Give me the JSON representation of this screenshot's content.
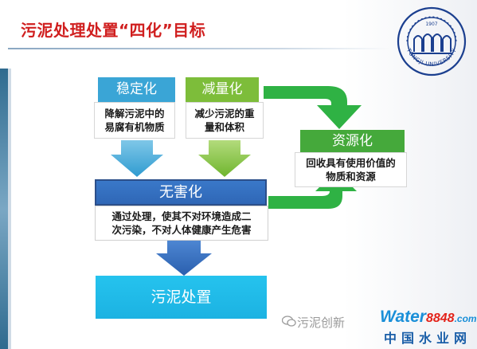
{
  "title": "污泥处理处置“四化”目标",
  "stabilize": {
    "heading": "稳定化",
    "line1": "降解污泥中的",
    "line2": "易腐有机物质"
  },
  "reduce": {
    "heading": "减量化",
    "line1": "减少污泥的重",
    "line2": "量和体积"
  },
  "resource": {
    "heading": "资源化",
    "line1": "回收具有使用价值的",
    "line2": "物质和资源"
  },
  "harmless": {
    "heading": "无害化",
    "line1": "通过处理，使其不对环境造成二",
    "line2": "次污染，不对人体健康产生危害"
  },
  "disposal": {
    "label": "污泥处置"
  },
  "logo": {
    "year": "1907",
    "name": "TONGJI UNIVERSITY",
    "color": "#1b3f8f"
  },
  "watermark": {
    "text": "污泥创新",
    "brand_main": "Water",
    "brand_num": "8848",
    "brand_suffix": ".com",
    "brand_sub": "中国水业网"
  },
  "colors": {
    "title": "#d01f1f",
    "blue": "#3aa5d6",
    "green": "#7dbd3a",
    "dark_green": "#45a93b",
    "navy": "#2f67b6",
    "cyan": "#1cb2e2"
  }
}
